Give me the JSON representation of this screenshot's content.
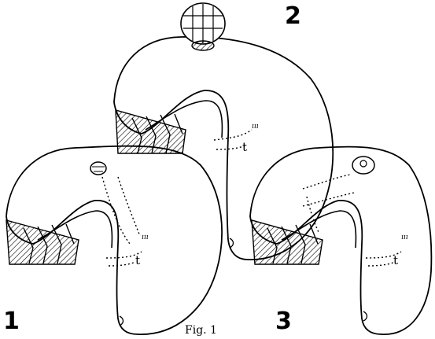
{
  "figure": {
    "caption": "Fig. 1",
    "panels": [
      {
        "number": "1",
        "label": "t"
      },
      {
        "number": "2",
        "label": "t"
      },
      {
        "number": "3",
        "label": "t"
      }
    ]
  }
}
